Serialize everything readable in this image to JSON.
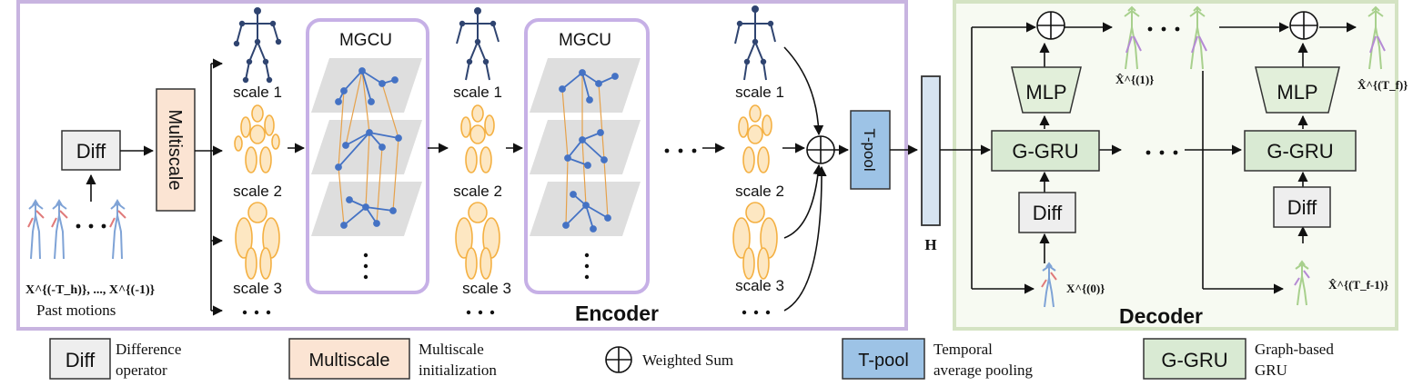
{
  "encoder": {
    "title": "Encoder",
    "diff_label": "Diff",
    "multiscale_label": "Multiscale",
    "mgcu_label": "MGCU",
    "scale_labels": [
      "scale 1",
      "scale 2",
      "scale 3"
    ],
    "past_formula": "X^{(-T_h)}, ..., X^{(-1)}",
    "past_motions": "Past motions",
    "tpool_label": "T-pool",
    "h_label": "H"
  },
  "decoder": {
    "title": "Decoder",
    "mlp_label": "MLP",
    "ggru_label": "G-GRU",
    "diff_label": "Diff",
    "x0_label": "X^{(0)}",
    "xhat1_label": "X̂^{(1)}",
    "xhatTf_label": "X̂^{(T_f)}",
    "xhatTf1_label": "X̂^{(T_f-1)}"
  },
  "legend": {
    "diff": {
      "box": "Diff",
      "line1": "Difference",
      "line2": "operator"
    },
    "multiscale": {
      "box": "Multiscale",
      "line1": "Multiscale",
      "line2": "initialization"
    },
    "wsum": {
      "text": "Weighted Sum"
    },
    "tpool": {
      "box": "T-pool",
      "line1": "Temporal",
      "line2": "average pooling"
    },
    "ggru": {
      "box": "G-GRU",
      "line1": "Graph-based",
      "line2": "GRU"
    }
  },
  "colors": {
    "encoder_border": "#c8b4e0",
    "mgcu_border": "#c6b0e6",
    "decoder_border": "#d4e3c3",
    "decoder_fill": "#f7faf2",
    "diff_fill": "#eeeeee",
    "multiscale_fill": "#fbe4d3",
    "tpool_fill": "#9dc3e6",
    "ggru_fill": "#d9ead3",
    "mlp_fill": "#e2efda",
    "skeleton_blue": "#2f4470",
    "skeleton_orange": "#f4b042",
    "graph_blue": "#4472c4",
    "graph_orange": "#e6a14a",
    "plane_gray": "#dedede"
  }
}
